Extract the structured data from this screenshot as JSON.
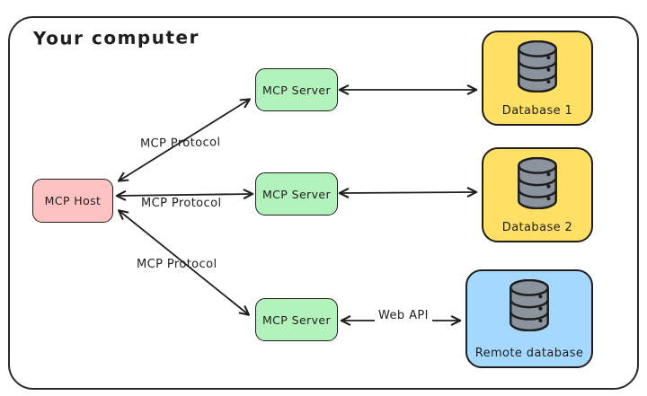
{
  "boundary": {
    "label": "Your computer"
  },
  "nodes": {
    "host": {
      "label": "MCP Host"
    },
    "servers": [
      {
        "label": "MCP Server"
      },
      {
        "label": "MCP Server"
      },
      {
        "label": "MCP Server"
      }
    ],
    "databases": [
      {
        "label": "Database 1"
      },
      {
        "label": "Database 2"
      },
      {
        "label": "Remote database"
      }
    ]
  },
  "edge_labels": {
    "host_server1": "MCP Protocol",
    "host_server2": "MCP Protocol",
    "host_server3": "MCP Protocol",
    "server3_remote": "Web API"
  },
  "colors": {
    "stroke": "#1e1e1e",
    "host_fill": "#ffc2c2",
    "server_fill": "#b2f2bb",
    "database_fill": "#ffe065",
    "remote_fill": "#a5d8ff",
    "icon_fill": "#8b949c"
  }
}
